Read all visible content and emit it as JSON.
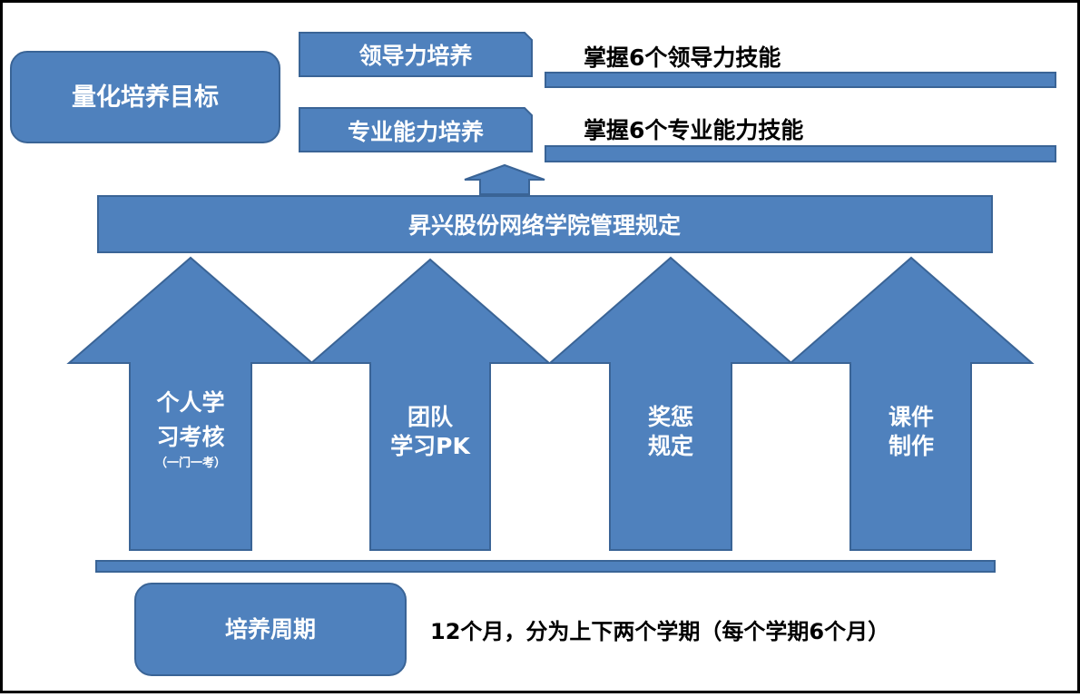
{
  "colors": {
    "fill": "#4F81BD",
    "stroke": "#3A6496",
    "text_on_shape": "#FFFFFF",
    "text_plain": "#000000",
    "frame": "#000000"
  },
  "goal": {
    "label": "量化培养目标"
  },
  "training_items": [
    {
      "label": "领导力培养",
      "description": "掌握6个领导力技能"
    },
    {
      "label": "专业能力培养",
      "description": "掌握6个专业能力技能"
    }
  ],
  "foundation": {
    "label": "昇兴股份网络学院管理规定"
  },
  "pillars": [
    {
      "lines": [
        "个人学",
        "习考核"
      ],
      "note": "（一门一考）"
    },
    {
      "lines": [
        "团队",
        "学习PK"
      ]
    },
    {
      "lines": [
        "奖惩",
        "规定"
      ]
    },
    {
      "lines": [
        "课件",
        "制作"
      ]
    }
  ],
  "cycle": {
    "label": "培养周期",
    "description": "12个月，分为上下两个学期（每个学期6个月）"
  }
}
